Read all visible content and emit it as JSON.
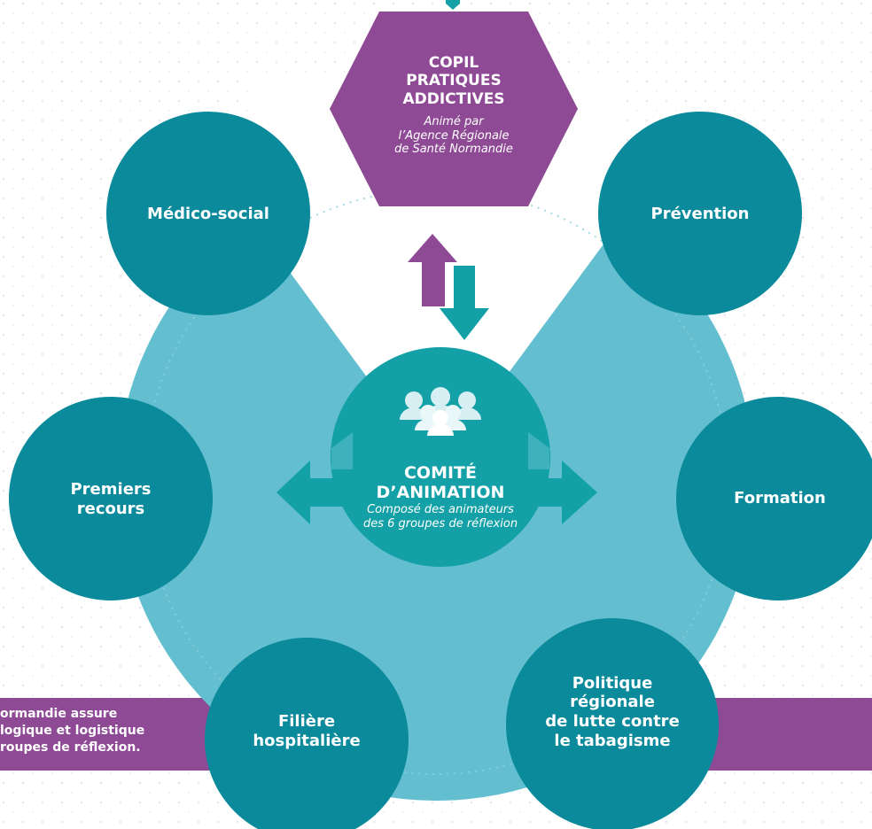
{
  "colors": {
    "teal_dark": "#0b8a9c",
    "teal_mid": "#13a0a6",
    "teal_light": "#63bfcf",
    "teal_pale": "#8fd0dd",
    "purple": "#8f4a96",
    "white": "#ffffff"
  },
  "copil": {
    "title_lines": [
      "COPIL",
      "PRATIQUES",
      "ADDICTIVES"
    ],
    "subtitle_lines": [
      "Animé par",
      "l’Agence Régionale",
      "de Santé Normandie"
    ]
  },
  "center": {
    "icon": "people-group-icon",
    "title_lines": [
      "COMITÉ",
      "D’ANIMATION"
    ],
    "subtitle_lines": [
      "Composé des animateurs",
      "des 6 groupes de réflexion"
    ]
  },
  "groups": {
    "medico_social": "Médico-social",
    "prevention": "Prévention",
    "premiers_recours": [
      "Premiers",
      "recours"
    ],
    "formation": "Formation",
    "filiere": [
      "Filière",
      "hospitalière"
    ],
    "politique": [
      "Politique",
      "régionale",
      "de lutte contre",
      "le tabagisme"
    ]
  },
  "band_text_lines": [
    "ormandie assure",
    "logique et logistique",
    "roupes de réflexion."
  ]
}
